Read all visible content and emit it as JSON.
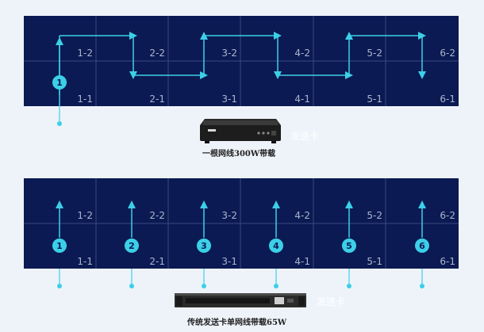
{
  "colors": {
    "panel": "#0b1a52",
    "grid": "#3a4a80",
    "arrow": "#3ccfe8",
    "background": "#eef3fa"
  },
  "diagrams": [
    {
      "name": "single-cable",
      "rows": [
        [
          "1-2",
          "2-2",
          "3-2",
          "4-2",
          "5-2",
          "6-2"
        ],
        [
          "1-1",
          "2-1",
          "3-1",
          "4-1",
          "5-1",
          "6-1"
        ]
      ],
      "badges": [
        "1"
      ],
      "device_label": "发送卡",
      "caption": "一根网线300W带载"
    },
    {
      "name": "multi-cable",
      "rows": [
        [
          "1-2",
          "2-2",
          "3-2",
          "4-2",
          "5-2",
          "6-2"
        ],
        [
          "1-1",
          "2-1",
          "3-1",
          "4-1",
          "5-1",
          "6-1"
        ]
      ],
      "badges": [
        "1",
        "2",
        "3",
        "4",
        "5",
        "6"
      ],
      "device_label": "发送卡",
      "caption": "传统发送卡单网线带载65W"
    }
  ]
}
